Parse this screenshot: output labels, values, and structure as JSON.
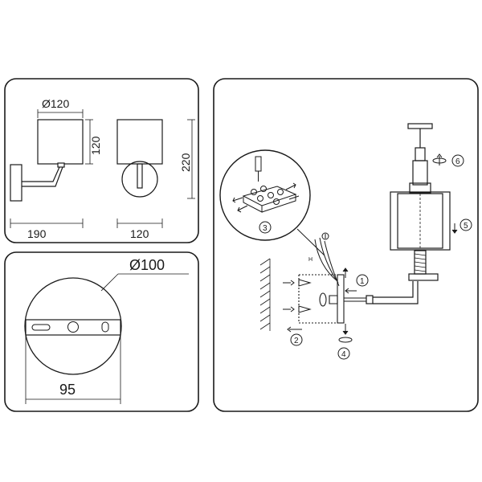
{
  "panel_dimensions": {
    "shade_diameter": "Ø120",
    "shade_height": "120",
    "projection": "190",
    "front_width": "120",
    "total_height": "220"
  },
  "panel_base": {
    "base_diameter": "Ø100",
    "mount_width": "95"
  },
  "panel_assembly": {
    "steps": [
      "1",
      "2",
      "3",
      "4",
      "5",
      "6"
    ],
    "wire_label": "H"
  },
  "colors": {
    "line": "#1a1a1a",
    "panel_border": "#1a1a1a",
    "shade_fill": "#ffffff"
  }
}
